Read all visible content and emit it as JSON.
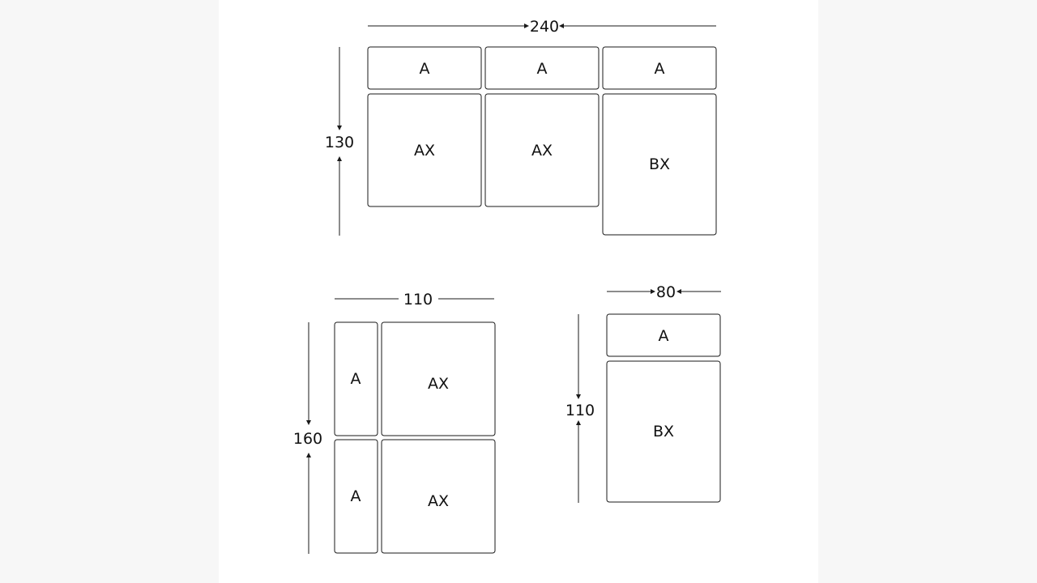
{
  "diagram": {
    "top": {
      "width_label": "240",
      "height_label": "130",
      "blocks": [
        "A",
        "A",
        "A",
        "AX",
        "AX",
        "BX"
      ]
    },
    "bottom_left": {
      "width_label": "110",
      "height_label": "160",
      "blocks": [
        "A",
        "AX",
        "A",
        "AX"
      ]
    },
    "bottom_right": {
      "width_label": "80",
      "height_label": "110",
      "blocks": [
        "A",
        "BX"
      ]
    }
  }
}
